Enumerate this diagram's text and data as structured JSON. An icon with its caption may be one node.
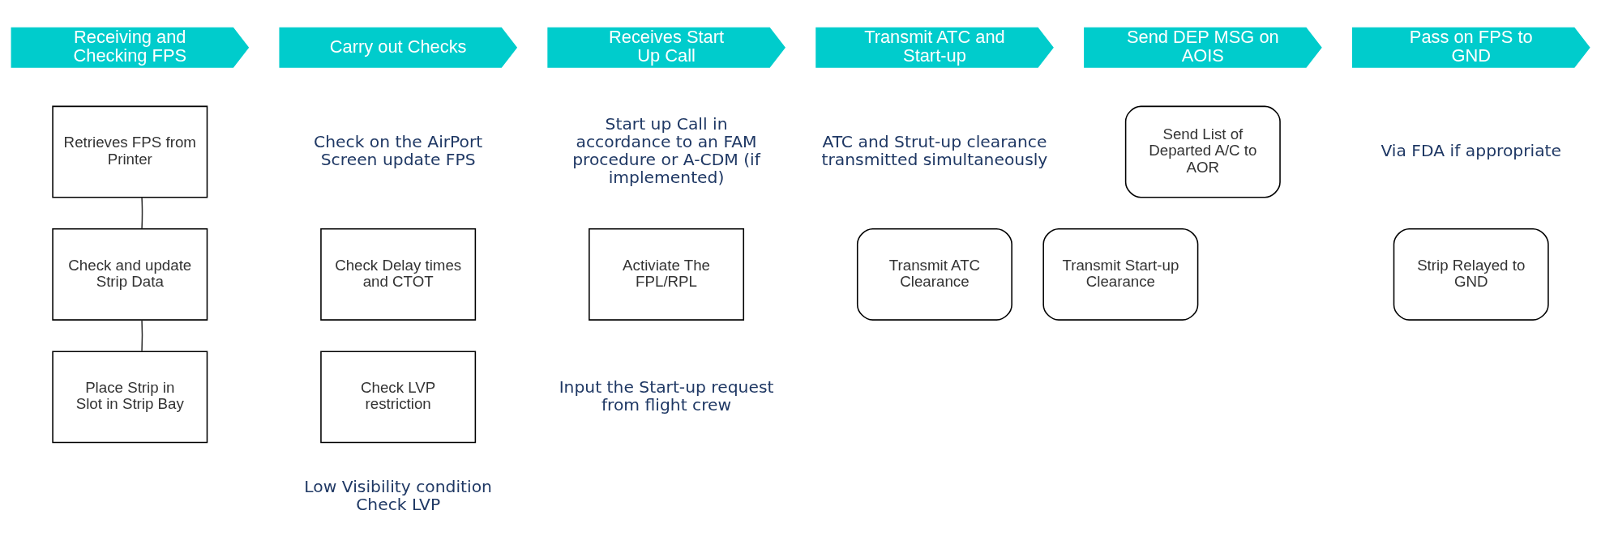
{
  "diagram": {
    "nodes": [
      {
        "text": [
          "Receiving and Checking FPS"
        ]
      },
      {
        "text": [
          "Carry out Checks"
        ]
      },
      {
        "text": [
          "Receives Start Up Call"
        ]
      },
      {
        "text": [
          "Transmit ATC and Start-up"
        ]
      },
      {
        "text": [
          "Send DEP MSG on AOIS"
        ]
      },
      {
        "text": [
          "Pass on FPS to GND"
        ]
      },
      {
        "text": [
          "Retrieves FPS from Printer"
        ]
      },
      {
        "text": [
          "Check and update Strip Data"
        ]
      },
      {
        "text": [
          "Place Strip in Slot in Strip Bay"
        ]
      },
      {
        "text": [
          "Check Delay times and CTOT"
        ]
      },
      {
        "text": [
          "Check LVP restriction"
        ]
      },
      {
        "text": [
          "Activiate The FPL/RPL"
        ]
      },
      {
        "text": [
          "Transmit ATC Clearance"
        ]
      },
      {
        "text": [
          "Transmit Start-up Clearance"
        ]
      },
      {
        "text": [
          "Send List of Departed A/C to AOR"
        ]
      },
      {
        "text": [
          "Strip Relayed to GND"
        ]
      }
    ],
    "edges": [
      {
        "from": 6,
        "to": 7,
        "arrow": "none"
      },
      {
        "from": 7,
        "to": 8,
        "arrow": "none"
      }
    ],
    "labels": [
      "Check on the AirPort Screen update FPS",
      "Start up Call in accordance to an FAM procedure or A-CDM (if implemented)",
      "ATC and Strut-up clearance transmitted simultaneously",
      "Via FDA if appropriate",
      "Input the Start-up request from flight crew",
      "Low Visibility condition Check LVP"
    ]
  }
}
